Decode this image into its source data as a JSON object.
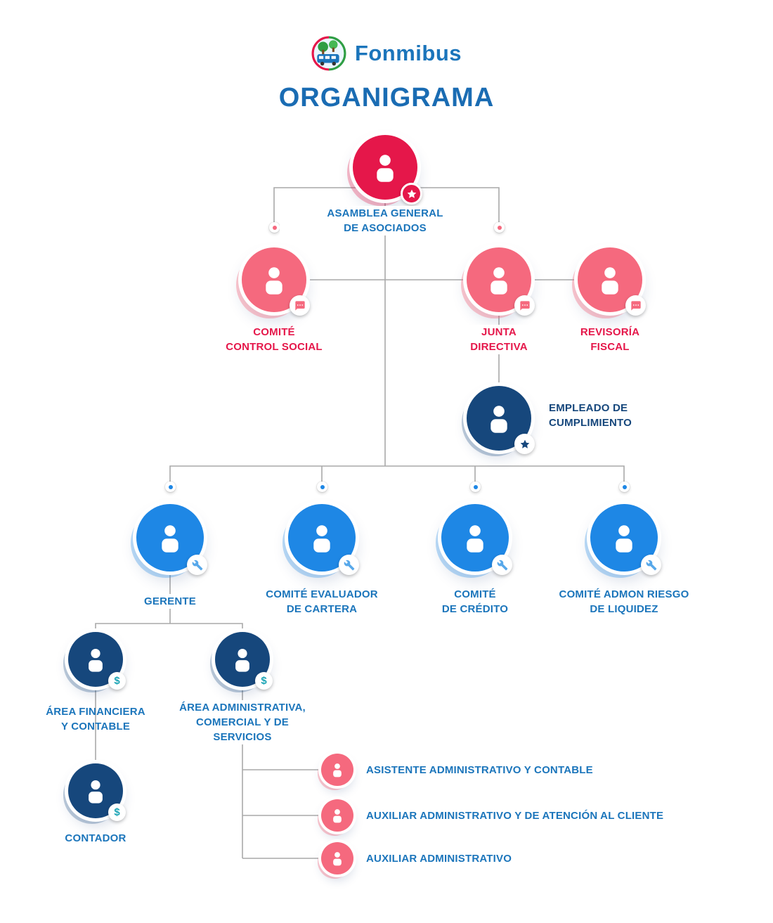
{
  "header": {
    "brand": "Fonmibus",
    "title": "ORGANIGRAMA"
  },
  "icons": {
    "dollar": "$"
  },
  "colors": {
    "brand_blue": "#1b75bb",
    "title_blue": "#1a6cb3",
    "node_red": "#e5174a",
    "node_pink": "#f5697e",
    "node_blue": "#1e87e5",
    "node_navy": "#16477c",
    "label_blue": "#1b75bb",
    "label_red": "#e5174a",
    "badge_teal": "#1ba4b5",
    "line_gray": "#a9a9a9"
  },
  "nodes": {
    "asamblea": {
      "label": "ASAMBLEA GENERAL\nDE ASOCIADOS"
    },
    "comite_control_social": {
      "label": "COMITÉ\nCONTROL SOCIAL"
    },
    "junta_directiva": {
      "label": "JUNTA\nDIRECTIVA"
    },
    "revisoria_fiscal": {
      "label": "REVISORÍA\nFISCAL"
    },
    "empleado_cumplimiento": {
      "label": "EMPLEADO DE\nCUMPLIMIENTO"
    },
    "gerente": {
      "label": "GERENTE"
    },
    "comite_evaluador_cartera": {
      "label": "COMITÉ EVALUADOR\nDE CARTERA"
    },
    "comite_credito": {
      "label": "COMITÉ\nDE CRÉDITO"
    },
    "comite_admon_riesgo": {
      "label": "COMITÉ ADMON RIESGO\nDE LIQUIDEZ"
    },
    "area_financiera": {
      "label": "ÁREA FINANCIERA\nY CONTABLE"
    },
    "area_administrativa": {
      "label": "ÁREA ADMINISTRATIVA,\nCOMERCIAL Y DE\nSERVICIOS"
    },
    "contador": {
      "label": "CONTADOR"
    },
    "asistente_admin_contable": {
      "label": "ASISTENTE ADMINISTRATIVO Y CONTABLE"
    },
    "auxiliar_admin_atencion": {
      "label": "AUXILIAR ADMINISTRATIVO Y DE ATENCIÓN AL CLIENTE"
    },
    "auxiliar_administrativo": {
      "label": "AUXILIAR ADMINISTRATIVO"
    }
  }
}
